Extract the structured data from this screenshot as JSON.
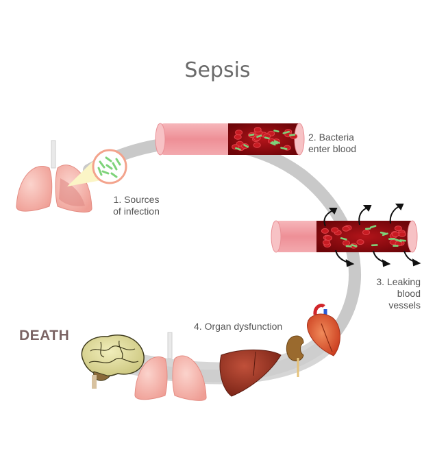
{
  "title": "Sepsis",
  "steps": {
    "s1": [
      "1. Sources",
      "of infection"
    ],
    "s2": [
      "2. Bacteria",
      "enter blood"
    ],
    "s3": [
      "3. Leaking",
      "blood",
      "vessels"
    ],
    "s4": "4. Organ dysfunction"
  },
  "outcome": "DEATH",
  "colors": {
    "cycle_arrow": "#c9c9c9",
    "vessel_wall": "#f2a0a5",
    "blood": "#8b0b10",
    "bacteria": "#7ed37a",
    "lung": "#f4b1a8",
    "liver": "#9b3322"
  },
  "icons": [
    "lungs-icon",
    "bacteria-magnifier-icon",
    "blood-vessel-icon",
    "leak-arrow-icon",
    "heart-icon",
    "kidney-icon",
    "liver-icon",
    "brain-icon"
  ]
}
